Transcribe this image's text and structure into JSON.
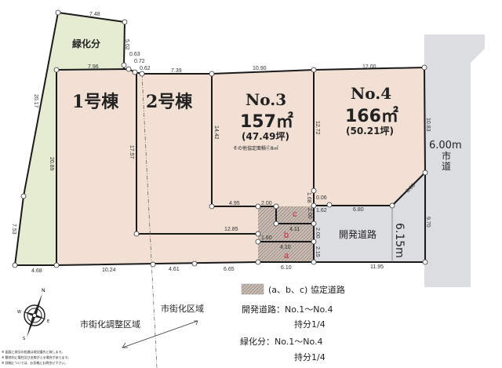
{
  "colors": {
    "lot": "#f1e0d3",
    "green": "#e6ecd2",
    "road": "#dcdde0",
    "line": "#1a1a1a",
    "hatch": "#a89a90",
    "abc_red": "#c8283c"
  },
  "green_area": {
    "label": "緑化分"
  },
  "lots": [
    {
      "label": "1号棟"
    },
    {
      "label": "2号棟"
    },
    {
      "label": "No.3",
      "area": "157㎡",
      "tsubo": "(47.49坪)",
      "note": "その他協定面積Ⓒ8㎡"
    },
    {
      "label": "No.4",
      "area": "166㎡",
      "tsubo": "(50.21坪)"
    }
  ],
  "city_road": {
    "width": "6.00m",
    "label": "市道"
  },
  "dev_road": {
    "label": "開発道路",
    "width": "6.15m"
  },
  "agreement_parts": [
    "a",
    "b",
    "c"
  ],
  "dimensions": {
    "d748": "7.48",
    "d502": "5.02",
    "d063": "0.63",
    "d072": "0.72",
    "d062": "0.62",
    "d796": "7.96",
    "d739": "7.39",
    "d1090": "10.90",
    "d1200": "12.00",
    "d2017": "20.17",
    "d2089": "20.89",
    "d1757": "17.57",
    "d1442": "14.42",
    "d1272": "12.72",
    "d1083": "10.83",
    "d753": "7.53",
    "d495": "4.95",
    "d200a": "2.00",
    "d168": "1.68",
    "d006": "0.06",
    "d162": "1.62",
    "d680": "6.80",
    "d600": "6.00",
    "d970": "9.70",
    "d1285": "12.85",
    "d200b": "2.00",
    "d200c": "2.00",
    "d215": "2.15",
    "d411": "4.11",
    "d160": "1.60",
    "d410": "4.10",
    "d468": "4.68",
    "d1024": "10.24",
    "d461": "4.61",
    "d665": "6.65",
    "d610": "6.10",
    "d1195": "11.95"
  },
  "zones": {
    "urbanization": "市街化区域",
    "adjustment": "市街化調整区域"
  },
  "compass": {
    "n": "N",
    "e": "E",
    "s": "S",
    "w": "W"
  },
  "legend": {
    "hatch": "(a、b、c) 協定道路",
    "dev_road_line1": "開発道路：No.1〜No.4",
    "dev_road_line2": "持分1/4",
    "green_line1": "緑化分：No.1〜No.4",
    "green_line2": "持分1/4"
  },
  "footnotes": [
    "※ 図面と現況の相違は現況優先と致します。",
    "※ 敷地内に電柱及び支線が入る場合があります。",
    "※ 詳細については、お気軽にお問合せ下さい。"
  ]
}
